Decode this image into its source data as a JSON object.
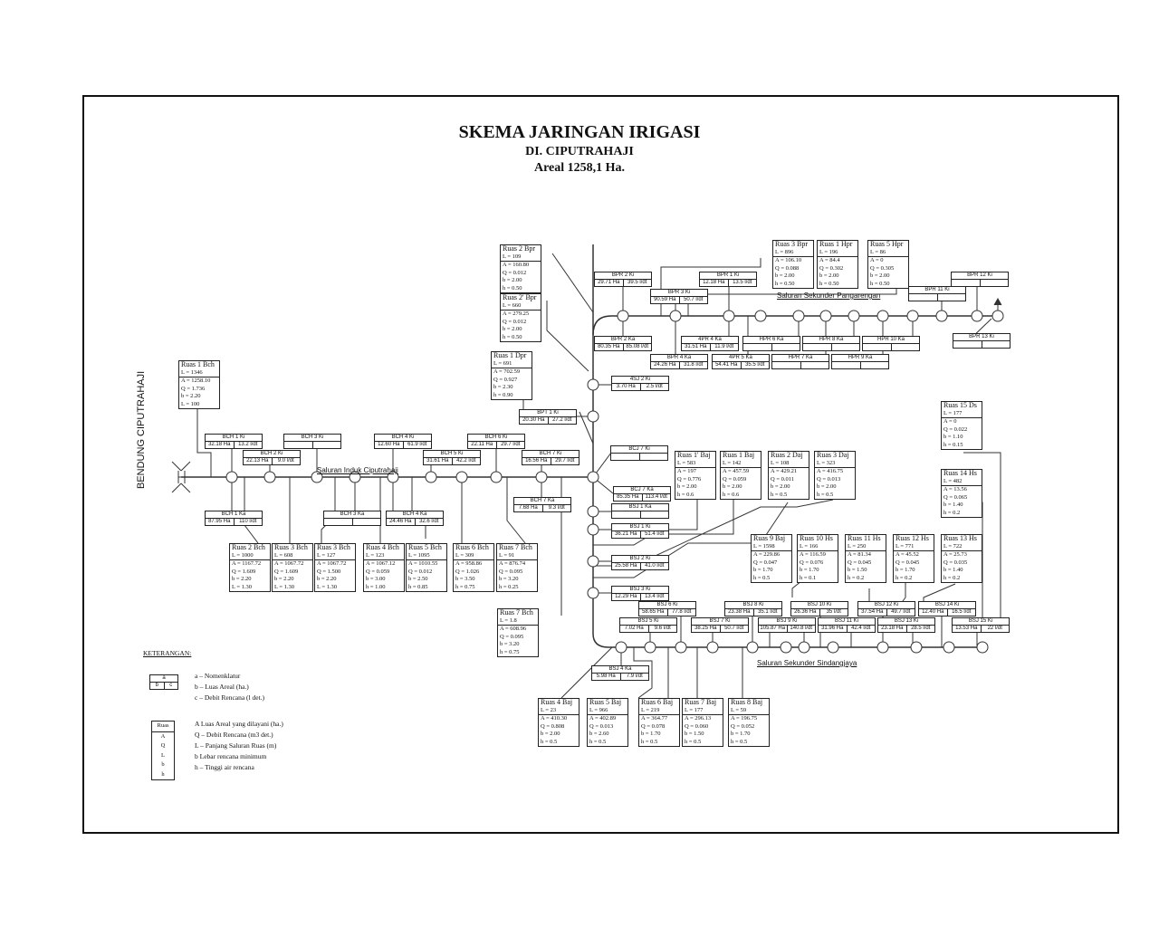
{
  "header": {
    "title": "SKEMA JARINGAN IRIGASI",
    "subtitle": "DI. CIPUTRAHAJI",
    "area": "Areal 1258,1 Ha."
  },
  "labels": {
    "weir": "BENDUNG CIPUTRAHAJI",
    "main_canal": "Saluran Induk Ciputrahaji",
    "secondary_1": "Saluran Sekunder Pangarengan",
    "secondary_2": "Saluran Sekunder Sindangjaya"
  },
  "ruas": [
    {
      "title": "Ruas 1 Bch",
      "L": "L = 1346",
      "rows": [
        "A = 1258.10",
        "Q = 1.736",
        "b = 2.20",
        "L = 100"
      ]
    },
    {
      "title": "Ruas 2 Bch",
      "L": "L = 1000",
      "rows": [
        "A = 1167.72",
        "Q = 1.609",
        "b = 2.20",
        "L = 1.30"
      ]
    },
    {
      "title": "Ruas 3 Bch",
      "L": "L = 608",
      "rows": [
        "A = 1067.72",
        "Q = 1.609",
        "b = 2.20",
        "L = 1.30"
      ]
    },
    {
      "title": "Ruas 3 Bch",
      "L": "L = 127",
      "rows": [
        "A = 1067.72",
        "Q = 1.500",
        "b = 2.20",
        "L = 1.30"
      ]
    },
    {
      "title": "Ruas 4 Bch",
      "L": "L = 123",
      "rows": [
        "A = 1067.12",
        "Q = 0.059",
        "b = 3.00",
        "h = 1.00"
      ]
    },
    {
      "title": "Ruas 5 Bch",
      "L": "L = 1095",
      "rows": [
        "A = 1010.55",
        "Q = 0.012",
        "b = 2.50",
        "h = 0.85"
      ]
    },
    {
      "title": "Ruas 6 Bch",
      "L": "L = 309",
      "rows": [
        "A = 958.86",
        "Q = 1.026",
        "b = 3.50",
        "h = 0.75"
      ]
    },
    {
      "title": "Ruas 7 Bch",
      "L": "L = 91",
      "rows": [
        "A = 876.74",
        "Q = 0.095",
        "b = 3.20",
        "h = 0.25"
      ]
    },
    {
      "title": "Ruas 1 Dpr",
      "L": "L = 691",
      "rows": [
        "A = 702.59",
        "Q = 0.927",
        "b = 2.30",
        "h = 0.90"
      ]
    },
    {
      "title": "Ruas 2 Bpr",
      "L": "L = 109",
      "rows": [
        "A = 160.80",
        "Q = 0.012",
        "b = 2.00",
        "h = 0.50"
      ]
    },
    {
      "title": "Ruas 2' Bpr",
      "L": "L = 660",
      "rows": [
        "A = 279.25",
        "Q = 0.012",
        "b = 2.00",
        "h = 0.50"
      ]
    },
    {
      "title": "Ruas 3 Bpr",
      "L": "L = 896",
      "rows": [
        "A = 106.10",
        "Q = 0.088",
        "b = 2.00",
        "h = 0.50"
      ]
    },
    {
      "title": "Ruas 1 Hpr",
      "L": "L = 196",
      "rows": [
        "A = 84.4",
        "Q = 0.302",
        "b = 2.00",
        "h = 0.50"
      ]
    },
    {
      "title": "Ruas 5 Hpr",
      "L": "L = 86",
      "rows": [
        "A = 0",
        "Q = 0.305",
        "b = 2.00",
        "h = 0.50"
      ]
    },
    {
      "title": "Ruas 1' Baj",
      "L": "L = 583",
      "rows": [
        "A = 197",
        "Q = 0.776",
        "b = 2.00",
        "h = 0.6"
      ]
    },
    {
      "title": "Ruas 1 Baj",
      "L": "L = 142",
      "rows": [
        "A = 457.59",
        "Q = 0.059",
        "b = 2.00",
        "h = 0.6"
      ]
    },
    {
      "title": "Ruas 2 Daj",
      "L": "L = 108",
      "rows": [
        "A = 429.21",
        "Q = 0.011",
        "b = 2.00",
        "h = 0.5"
      ]
    },
    {
      "title": "Ruas 3 Daj",
      "L": "L = 323",
      "rows": [
        "A = 416.75",
        "Q = 0.013",
        "b = 2.00",
        "h = 0.5"
      ]
    },
    {
      "title": "Ruas 15 Ds",
      "L": "L = 177",
      "rows": [
        "A = 0",
        "Q = 0.022",
        "b = 1.10",
        "h = 0.15"
      ]
    },
    {
      "title": "Ruas 14 Hs",
      "L": "L = 482",
      "rows": [
        "A = 13.56",
        "Q = 0.065",
        "b = 1.40",
        "h = 0.2"
      ]
    },
    {
      "title": "Ruas 9 Baj",
      "L": "L = 1598",
      "rows": [
        "A = 229.86",
        "Q = 0.047",
        "b = 1.70",
        "h = 0.5"
      ]
    },
    {
      "title": "Ruas 10 Hs",
      "L": "L = 166",
      "rows": [
        "A = 116.59",
        "Q = 0.076",
        "b = 1.70",
        "h = 0.1"
      ]
    },
    {
      "title": "Ruas 11 Hs",
      "L": "L = 250",
      "rows": [
        "A = 81.34",
        "Q = 0.045",
        "b = 1.50",
        "h = 0.2"
      ]
    },
    {
      "title": "Ruas 12 Hs",
      "L": "L = 771",
      "rows": [
        "A = 45.52",
        "Q = 0.045",
        "b = 1.70",
        "h = 0.2"
      ]
    },
    {
      "title": "Ruas 13 Hs",
      "L": "L = 722",
      "rows": [
        "A = 25.73",
        "Q = 0.035",
        "b = 1.40",
        "h = 0.2"
      ]
    },
    {
      "title": "Ruas 7 Bch",
      "L": "L = 1.8",
      "rows": [
        "A = 608.96",
        "Q = 0.095",
        "b = 3.20",
        "h = 0.75"
      ]
    },
    {
      "title": "Ruas 4 Baj",
      "L": "L = 23",
      "rows": [
        "A = 410.30",
        "Q = 0.808",
        "b = 2.00",
        "h = 0.5"
      ]
    },
    {
      "title": "Ruas 5 Baj",
      "L": "L = 966",
      "rows": [
        "A = 402.89",
        "Q = 0.013",
        "b = 2.60",
        "h = 0.5"
      ]
    },
    {
      "title": "Ruas 6 Baj",
      "L": "L = 219",
      "rows": [
        "A = 364.77",
        "Q = 0.078",
        "b = 1.70",
        "h = 0.5"
      ]
    },
    {
      "title": "Ruas 7 Baj",
      "L": "L = 177",
      "rows": [
        "A = 296.13",
        "Q = 0.060",
        "b = 1.50",
        "h = 0.5"
      ]
    },
    {
      "title": "Ruas 8 Baj",
      "L": "L = 59",
      "rows": [
        "A = 196.75",
        "Q = 0.052",
        "b = 1.70",
        "h = 0.5"
      ]
    }
  ],
  "bangunan": [
    {
      "name": "BCH 1 Ki",
      "area": "32.18 Ha",
      "debit": "13.2 l/dt"
    },
    {
      "name": "BCH 2 Ki",
      "area": "22.13 Ha",
      "debit": "9.0 l/dt"
    },
    {
      "name": "BCH 3 Ki",
      "area": "",
      "debit": ""
    },
    {
      "name": "BCH 4 Ki",
      "area": "12.60 Ha",
      "debit": "61.9 l/dt"
    },
    {
      "name": "BCH 5 Ki",
      "area": "31.61 Ha",
      "debit": "42.2 l/dt"
    },
    {
      "name": "BCH 6 Ki",
      "area": "22.11 Ha",
      "debit": "29.7 l/dt"
    },
    {
      "name": "BCH 7 Ki",
      "area": "16.56 Ha",
      "debit": "29.7 l/dt"
    },
    {
      "name": "BCH 1 Ka",
      "area": "87.95 Ha",
      "debit": "110 l/dt"
    },
    {
      "name": "BCH 3 Ka",
      "area": "",
      "debit": ""
    },
    {
      "name": "BCH 4 Ka",
      "area": "24.46 Ha",
      "debit": "32.6 l/dt"
    },
    {
      "name": "BCH 7 Ka",
      "area": "7.68 Ha",
      "debit": "9.3 l/dt"
    },
    {
      "name": "BPT 1 Ki",
      "area": "20.30 Ha",
      "debit": "27.2 l/dt"
    },
    {
      "name": "4SJ 2 Ki",
      "area": "3.70 Ha",
      "debit": "2.5 l/dt"
    },
    {
      "name": "BCJ 7 Ki",
      "area": "",
      "debit": ""
    },
    {
      "name": "BCJ 7 Ka",
      "area": "85.35 Ha",
      "debit": "113.4 l/dt"
    },
    {
      "name": "BSJ 1 Ka",
      "area": "",
      "debit": ""
    },
    {
      "name": "BSJ 1 Ki",
      "area": "36.21 Ha",
      "debit": "51.4 l/dt"
    },
    {
      "name": "BSJ 2 Ki",
      "area": "25.58 Ha",
      "debit": "41.0 l/dt"
    },
    {
      "name": "BSJ 3 Ki",
      "area": "12.29 Ha",
      "debit": "13.4 l/dt"
    },
    {
      "name": "BPR 2 Ki",
      "area": "29.71 Ha",
      "debit": "39.5 l/dt"
    },
    {
      "name": "BPR 3 Ki",
      "area": "90.59 Ha",
      "debit": "50.7 l/dt"
    },
    {
      "name": "BPR 1 Ki",
      "area": "12.18 Ha",
      "debit": "13.5 l/dt"
    },
    {
      "name": "BPR 2 Ka",
      "area": "80.35 Ha",
      "debit": "85.08 l/dt"
    },
    {
      "name": "BPR 4 Ka",
      "area": "24.26 Ha",
      "debit": "31.8 l/dt"
    },
    {
      "name": "4PR 4 Ka",
      "area": "31.51 Ha",
      "debit": "11.9 l/dt"
    },
    {
      "name": "4PR 5 Ka",
      "area": "54.41 Ha",
      "debit": "35.5 l/dt"
    },
    {
      "name": "HPR 6 Ka",
      "area": "",
      "debit": ""
    },
    {
      "name": "HPR 7 Ka",
      "area": "",
      "debit": ""
    },
    {
      "name": "HPR 8 Ka",
      "area": "",
      "debit": ""
    },
    {
      "name": "HPR 9 Ka",
      "area": "",
      "debit": ""
    },
    {
      "name": "HPR 10 Ka",
      "area": "",
      "debit": ""
    },
    {
      "name": "BPR 11 Ki",
      "area": "",
      "debit": ""
    },
    {
      "name": "BPR 12 Ki",
      "area": "",
      "debit": ""
    },
    {
      "name": "BPR 13 Ki",
      "area": "",
      "debit": ""
    },
    {
      "name": "BSJ 5 Ki",
      "area": "7.02 Ha",
      "debit": "9.6 l/dt"
    },
    {
      "name": "BSJ 6 Ki",
      "area": "58.65 Ha",
      "debit": "77.8 l/dt"
    },
    {
      "name": "BSJ 7 Ki",
      "area": "38.25 Ha",
      "debit": "50.7 l/dt"
    },
    {
      "name": "BSJ 8 Ki",
      "area": "23.38 Ha",
      "debit": "35.1 l/dt"
    },
    {
      "name": "BSJ 9 Ki",
      "area": "105.87 Ha",
      "debit": "140.8 l/dt"
    },
    {
      "name": "BSJ 10 Ki",
      "area": "26.36 Ha",
      "debit": "35 l/dt"
    },
    {
      "name": "BSJ 11 Ki",
      "area": "31.96 Ha",
      "debit": "42.4 l/dt"
    },
    {
      "name": "BSJ 12 Ki",
      "area": "37.54 Ha",
      "debit": "49.7 l/dt"
    },
    {
      "name": "BSJ 13 Ki",
      "area": "23.18 Ha",
      "debit": "28.5 l/dt"
    },
    {
      "name": "BSJ 14 Ki",
      "area": "12.40 Ha",
      "debit": "16.5 l/dt"
    },
    {
      "name": "BSJ 15 Ki",
      "area": "13.53 Ha",
      "debit": "22 l/dt"
    },
    {
      "name": "BSJ 4 Ka",
      "area": "5.98 Ha",
      "debit": "7.9 l/dt"
    }
  ],
  "legend": {
    "title": "KETERANGAN:",
    "box1": {
      "a": "a",
      "b": "b",
      "c": "c"
    },
    "items1": [
      "a  –  Nomenklatur",
      "b  –  Luas Areal (ha.)",
      "c  –  Debit Rencana (l det.)"
    ],
    "box2": [
      "Ruas",
      "A",
      "Q",
      "L",
      "b",
      "h"
    ],
    "items2": [
      "A     Luas Areal yang dilayani (ha.)",
      "Q  –  Debit Rencana (m3 det.)",
      "L  –  Panjang Saluran Ruas (m)",
      "b     Lebar rencana minimum",
      "h  –  Tinggi air rencana"
    ]
  }
}
